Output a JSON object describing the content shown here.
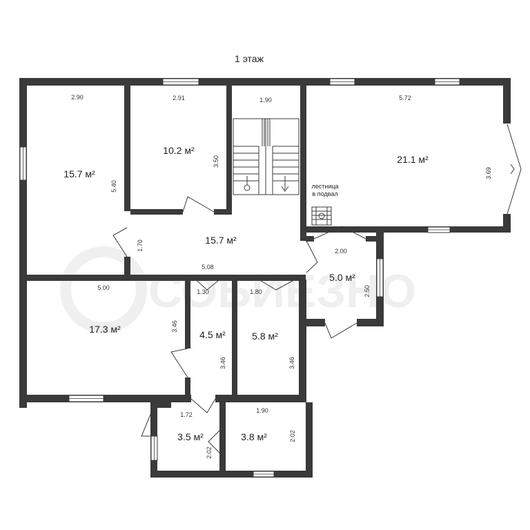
{
  "plan": {
    "title": "1 этаж",
    "stairs_note": [
      "лестница",
      "в подвал"
    ],
    "rooms": [
      {
        "id": "r1",
        "area": "15.7 м²",
        "width": "2.90",
        "length": "5.40"
      },
      {
        "id": "r2",
        "area": "10.2 м²",
        "width": "2.91",
        "length": "3.50"
      },
      {
        "id": "r3",
        "width": "1.90"
      },
      {
        "id": "r4",
        "area": "21.1 м²",
        "width": "5.72",
        "length": "3.69"
      },
      {
        "id": "r5",
        "area": "15.7 м²",
        "width": "5.08",
        "length": "1.70"
      },
      {
        "id": "r6",
        "area": "5.0 м²",
        "width": "2.00",
        "length": "2.50"
      },
      {
        "id": "r7",
        "area": "17.3 м²",
        "width": "5.00",
        "length": "3.46"
      },
      {
        "id": "r8",
        "area": "4.5 м²",
        "width": "1.30",
        "length": "3.46"
      },
      {
        "id": "r9",
        "area": "5.8 м²",
        "width": "1.80",
        "length": "3.46"
      },
      {
        "id": "r10",
        "area": "3.5 м²",
        "width": "1.72",
        "length": "2.02"
      },
      {
        "id": "r11",
        "area": "3.8 м²",
        "width": "1.90",
        "length": "2.02"
      }
    ]
  }
}
